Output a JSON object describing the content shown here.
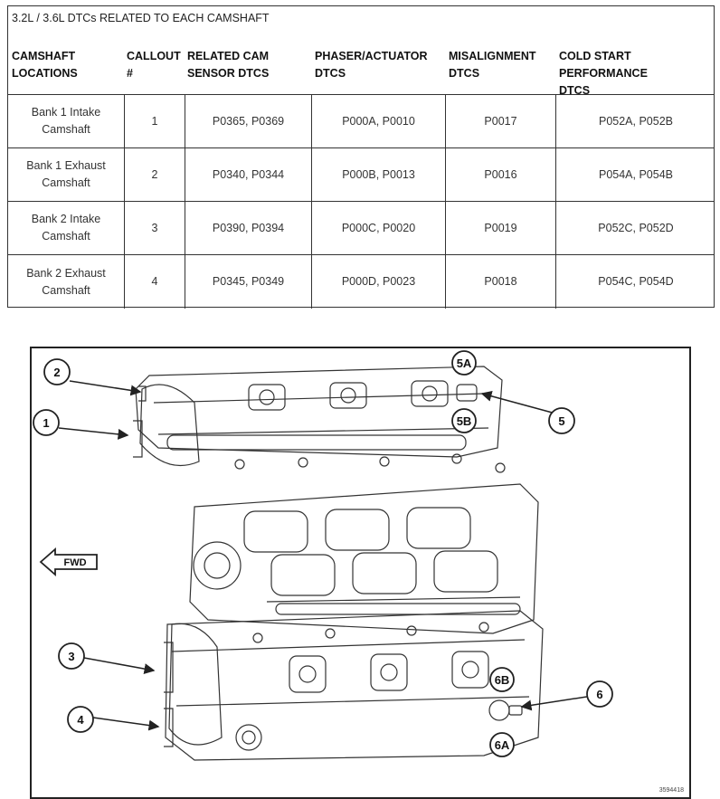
{
  "table": {
    "title": "3.2L / 3.6L DTCs RELATED TO EACH CAMSHAFT",
    "headers": [
      "CAMSHAFT\nLOCATIONS",
      "CALLOUT\n#",
      "RELATED CAM\nSENSOR DTCS",
      "PHASER/ACTUATOR\nDTCS",
      "MISALIGNMENT\nDTCS",
      "COLD START PERFORMANCE\nDTCS"
    ],
    "rows": [
      [
        "Bank 1 Intake\nCamshaft",
        "1",
        "P0365, P0369",
        "P000A, P0010",
        "P0017",
        "P052A, P052B"
      ],
      [
        "Bank 1 Exhaust\nCamshaft",
        "2",
        "P0340, P0344",
        "P000B, P0013",
        "P0016",
        "P054A, P054B"
      ],
      [
        "Bank 2 Intake\nCamshaft",
        "3",
        "P0390, P0394",
        "P000C, P0020",
        "P0019",
        "P052C, P052D"
      ],
      [
        "Bank 2 Exhaust\nCamshaft",
        "4",
        "P0345, P0349",
        "P000D, P0023",
        "P0018",
        "P054C, P054D"
      ]
    ]
  },
  "diagram": {
    "callouts": [
      "2",
      "1",
      "5A",
      "5B",
      "5",
      "3",
      "4",
      "6B",
      "6",
      "6A"
    ],
    "direction_label": "FWD",
    "figure_number": "3594418"
  }
}
